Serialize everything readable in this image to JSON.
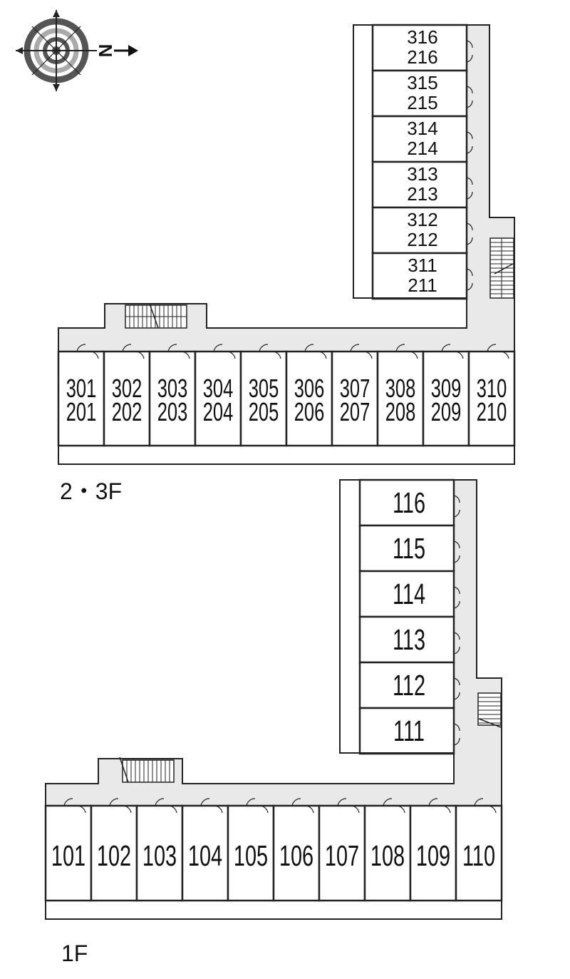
{
  "compass": {
    "label": "N"
  },
  "upper_floors": {
    "label": "2・3F",
    "wing_units": [
      {
        "top": "316",
        "bottom": "216"
      },
      {
        "top": "315",
        "bottom": "215"
      },
      {
        "top": "314",
        "bottom": "214"
      },
      {
        "top": "313",
        "bottom": "213"
      },
      {
        "top": "312",
        "bottom": "212"
      },
      {
        "top": "311",
        "bottom": "211"
      }
    ],
    "row_units": [
      {
        "top": "301",
        "bottom": "201"
      },
      {
        "top": "302",
        "bottom": "202"
      },
      {
        "top": "303",
        "bottom": "203"
      },
      {
        "top": "304",
        "bottom": "204"
      },
      {
        "top": "305",
        "bottom": "205"
      },
      {
        "top": "306",
        "bottom": "206"
      },
      {
        "top": "307",
        "bottom": "207"
      },
      {
        "top": "308",
        "bottom": "208"
      },
      {
        "top": "309",
        "bottom": "209"
      },
      {
        "top": "310",
        "bottom": "210"
      }
    ]
  },
  "ground_floor": {
    "label": "1F",
    "wing_units": [
      "116",
      "115",
      "114",
      "113",
      "112",
      "111"
    ],
    "row_units": [
      "101",
      "102",
      "103",
      "104",
      "105",
      "106",
      "107",
      "108",
      "109",
      "110"
    ]
  },
  "colors": {
    "corridor": "#e9e9e9",
    "wall": "#222222",
    "unit_fill": "#ffffff"
  }
}
